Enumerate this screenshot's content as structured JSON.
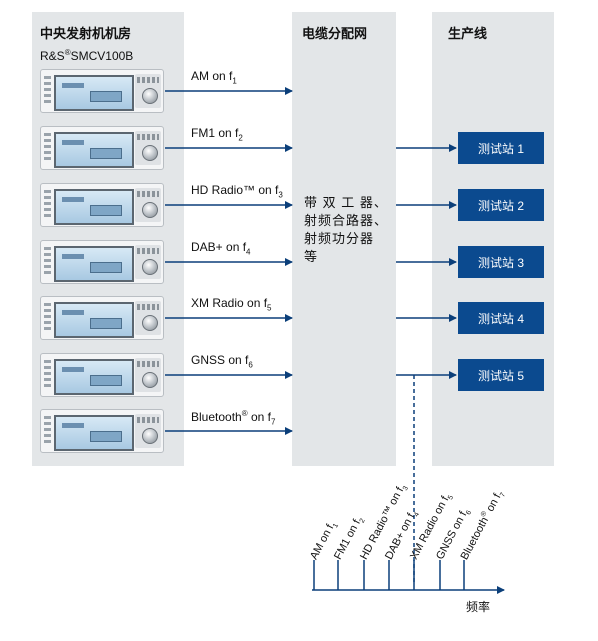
{
  "panels": {
    "left_title": "中央发射机机房",
    "left_subtitle_main": "R&S",
    "left_subtitle_reg": "®",
    "left_subtitle_rest": "SMCV100B",
    "middle_title": "电缆分配网",
    "right_title": "生产线"
  },
  "signals": [
    {
      "name": "AM on f",
      "sub": "1",
      "sup": ""
    },
    {
      "name": "FM1 on f",
      "sub": "2",
      "sup": ""
    },
    {
      "name": "HD Radio™ on f",
      "sub": "3",
      "sup": ""
    },
    {
      "name": "DAB+ on f",
      "sub": "4",
      "sup": ""
    },
    {
      "name": "XM Radio on f",
      "sub": "5",
      "sup": ""
    },
    {
      "name": "GNSS on f",
      "sub": "6",
      "sup": ""
    },
    {
      "name": "Bluetooth",
      "sup": "®",
      "name2": " on f",
      "sub": "7"
    }
  ],
  "middle_text": "带 双 工 器、\n射频合路器、\n射频功分器\n等",
  "stations": [
    "测试站 1",
    "测试站 2",
    "测试站 3",
    "测试站 4",
    "测试站 5"
  ],
  "spectrum": {
    "labels": [
      {
        "name": "AM on f",
        "sub": "1"
      },
      {
        "name": "FM1 on f",
        "sub": "2"
      },
      {
        "name": "HD Radio™ on f",
        "sub": "3"
      },
      {
        "name": "DAB+ on f",
        "sub": "4"
      },
      {
        "name": "XM Radio on f",
        "sub": "5"
      },
      {
        "name": "GNSS on f",
        "sub": "6"
      },
      {
        "name": "Bluetooth",
        "sup": "®",
        "name2": " on f",
        "sub": "7"
      }
    ],
    "axis_label": "频率"
  },
  "colors": {
    "arrow": "#0b3f7a",
    "station_fill": "#0b4a8f",
    "panel_fill": "#e3e6e8"
  }
}
